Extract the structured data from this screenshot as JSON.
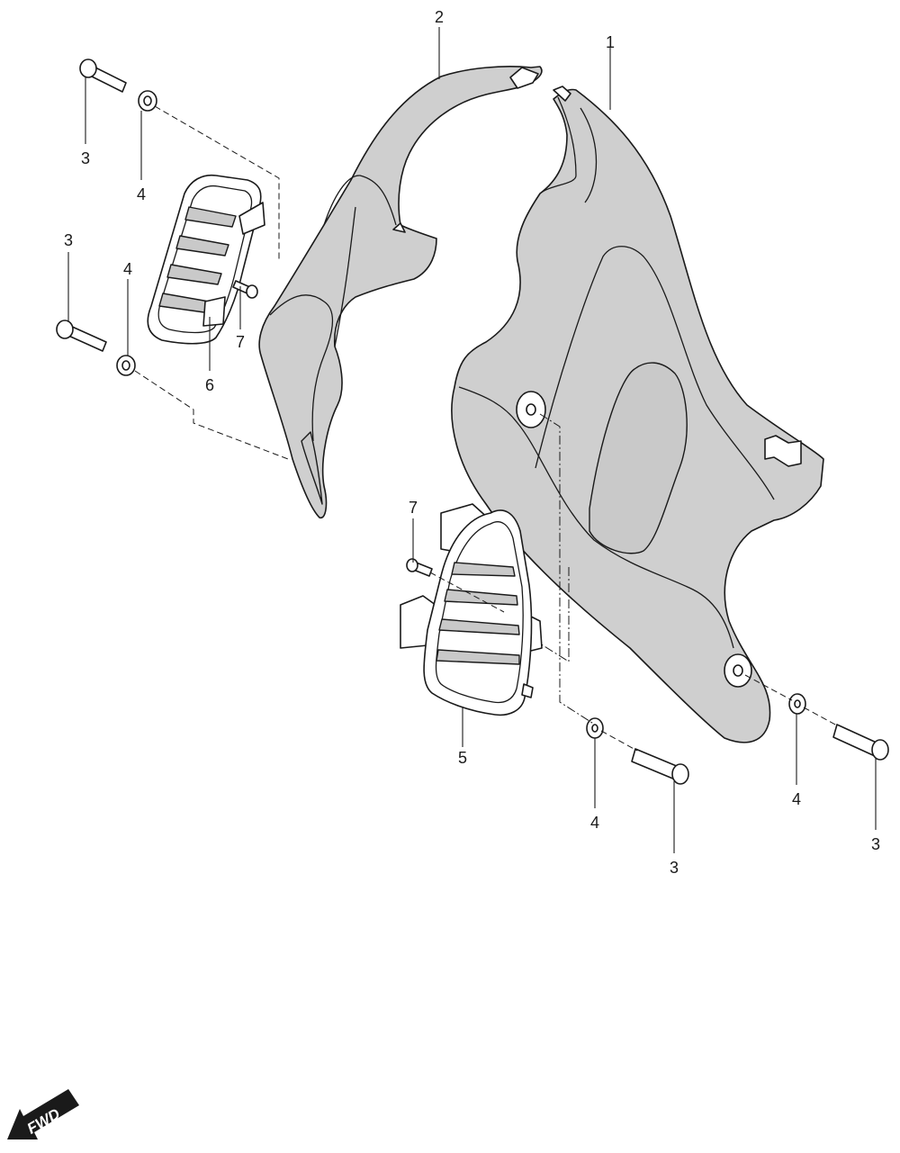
{
  "callouts": {
    "c1": "1",
    "c2": "2",
    "c3a": "3",
    "c4a": "4",
    "c3b": "3",
    "c4b": "4",
    "c6": "6",
    "c7a": "7",
    "c7b": "7",
    "c5": "5",
    "c4c": "4",
    "c3c": "3",
    "c4d": "4",
    "c3d": "3"
  },
  "fwd_label": "FWD",
  "colors": {
    "line": "#1a1a1a",
    "fill": "#cfcfcf",
    "background": "#ffffff"
  }
}
